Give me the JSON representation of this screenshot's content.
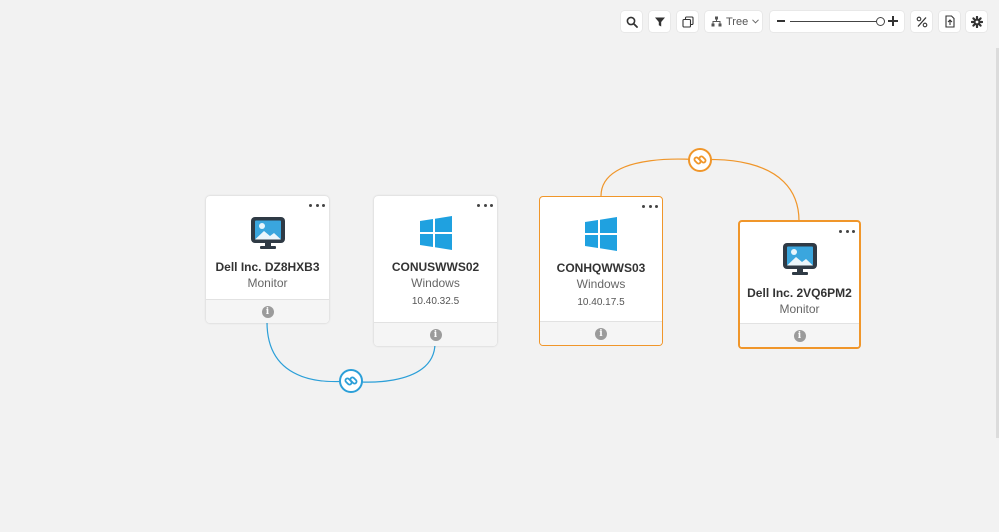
{
  "toolbar": {
    "search_icon": "search-icon",
    "filter_icon": "filter-icon",
    "group_icon": "group-icon",
    "layout": {
      "label": "Tree",
      "icon": "tree-icon"
    },
    "zoom": {
      "level": 1.0,
      "minus_icon": "minus-icon",
      "plus_icon": "plus-icon"
    },
    "percent_icon": "percent-icon",
    "export_icon": "export-icon",
    "settings_icon": "gear-icon"
  },
  "colors": {
    "background": "#f2f2f2",
    "link_blue": "#2b9fd8",
    "link_orange": "#f0962a",
    "selected_border": "#f0962a",
    "windows_blue": "#1fa1e0",
    "monitor_dark": "#2f3a45",
    "monitor_screen": "#3aa6de"
  },
  "nodes": [
    {
      "title": "Dell Inc. DZ8HXB3",
      "type": "Monitor",
      "icon": "monitor-icon"
    },
    {
      "title": "CONUSWWS02",
      "type": "Windows",
      "ip": "10.40.32.5",
      "icon": "windows-icon"
    },
    {
      "title": "CONHQWWS03",
      "type": "Windows",
      "ip": "10.40.17.5",
      "icon": "windows-icon"
    },
    {
      "title": "Dell Inc. 2VQ6PM2",
      "type": "Monitor",
      "icon": "monitor-icon"
    }
  ],
  "links": [
    {
      "from": "Dell Inc. DZ8HXB3",
      "to": "CONUSWWS02",
      "color": "#2b9fd8",
      "icon": "link-icon"
    },
    {
      "from": "CONHQWWS03",
      "to": "Dell Inc. 2VQ6PM2",
      "color": "#f0962a",
      "icon": "link-icon"
    }
  ]
}
